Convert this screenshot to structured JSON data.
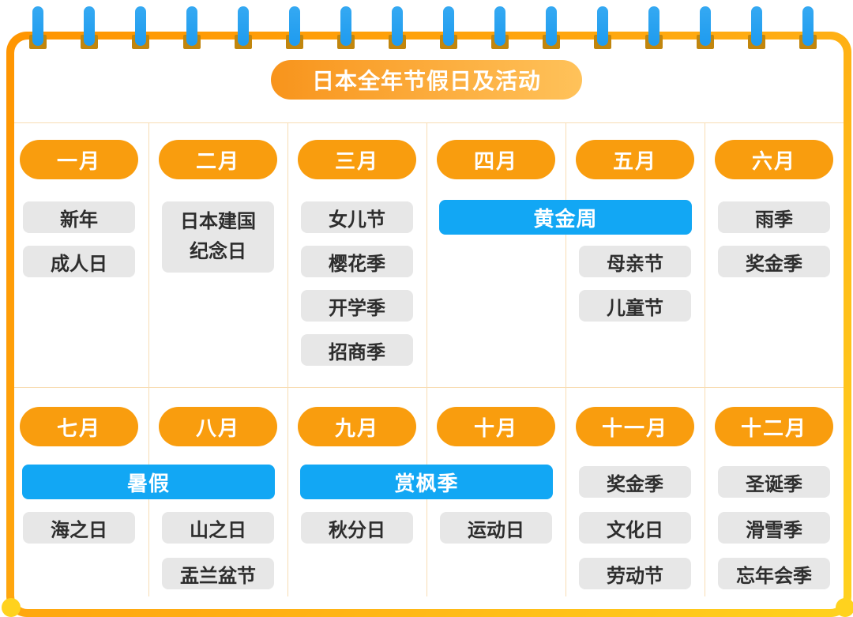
{
  "title": "日本全年节假日及活动",
  "colors": {
    "border_gradient_start": "#FF9501",
    "border_gradient_end": "#FFD21E",
    "month_pill_orange": "#F99D0E",
    "banner_blue": "#12A7F4",
    "chip_gray": "#E7E7E7",
    "pin_blue": "#2AA2F2",
    "pin_clip_brown": "#C1860E",
    "corner_dot_yellow": "#FFD21E",
    "grid_line": "#F8DDB4"
  },
  "calendar": {
    "months": [
      {
        "label": "一月",
        "items": [
          "新年",
          "成人日"
        ]
      },
      {
        "label": "二月",
        "items": [
          "日本建国纪念日"
        ]
      },
      {
        "label": "三月",
        "items": [
          "女儿节",
          "樱花季",
          "开学季",
          "招商季"
        ]
      },
      {
        "label": "四月",
        "items": []
      },
      {
        "label": "五月",
        "items": [
          "母亲节",
          "儿童节"
        ]
      },
      {
        "label": "六月",
        "items": [
          "雨季",
          "奖金季"
        ]
      },
      {
        "label": "七月",
        "items": [
          "海之日"
        ]
      },
      {
        "label": "八月",
        "items": [
          "山之日",
          "盂兰盆节"
        ]
      },
      {
        "label": "九月",
        "items": [
          "秋分日"
        ]
      },
      {
        "label": "十月",
        "items": [
          "运动日"
        ]
      },
      {
        "label": "十一月",
        "items": [
          "奖金季",
          "文化日",
          "劳动节"
        ]
      },
      {
        "label": "十二月",
        "items": [
          "圣诞季",
          "滑雪季",
          "忘年会季"
        ]
      }
    ],
    "banners": [
      {
        "label": "黄金周",
        "span": [
          "四月",
          "五月"
        ]
      },
      {
        "label": "暑假",
        "span": [
          "七月",
          "八月"
        ]
      },
      {
        "label": "赏枫季",
        "span": [
          "九月",
          "十月"
        ]
      }
    ]
  }
}
